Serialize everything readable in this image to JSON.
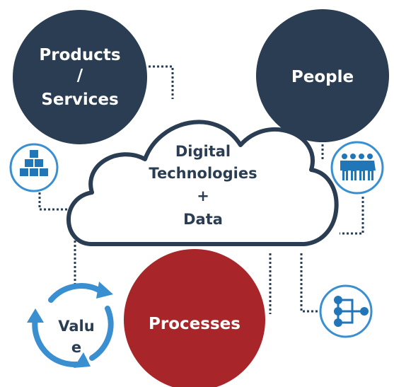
{
  "colors": {
    "navy": "#2a3d52",
    "red": "#a8262a",
    "blue": "#3a8fd0",
    "icon_fill": "#2176b8",
    "cloud_outline": "#2a3d52",
    "dots": "#2a3d52"
  },
  "nodes": {
    "products": {
      "line1": "Products",
      "line2": "/",
      "line3": "Services"
    },
    "people": {
      "label": "People"
    },
    "processes": {
      "label": "Processes"
    },
    "cloud": {
      "line1": "Digital",
      "line2": "Technologies",
      "line3": "+",
      "line4": "Data"
    },
    "value": {
      "line1": "Valu",
      "line2": "e"
    }
  },
  "icons": {
    "products": "boxes-icon",
    "people": "people-group-icon",
    "processes": "flowchart-icon",
    "value": "cycle-arrows-icon"
  }
}
